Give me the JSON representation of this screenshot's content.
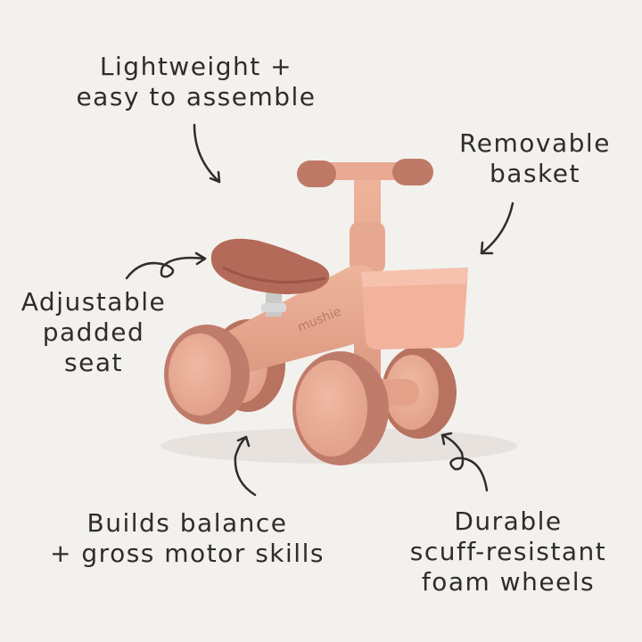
{
  "callouts": {
    "lightweight": {
      "line1": "Lightweight +",
      "line2": "easy to assemble"
    },
    "basket": {
      "line1": "Removable",
      "line2": "basket"
    },
    "seat": {
      "line1": "Adjustable",
      "line2": "padded",
      "line3": "seat"
    },
    "balance": {
      "line1": "Builds balance",
      "line2": "+ gross motor skills"
    },
    "wheels": {
      "line1": "Durable",
      "line2": "scuff-resistant",
      "line3": "foam wheels"
    }
  },
  "product": {
    "brand_mark": "mushie"
  },
  "colors": {
    "background": "#f3f1ee",
    "frame": "#e7a98f",
    "seat": "#b76c5b",
    "wheel_tire": "#c07c6a",
    "wheel_hub": "#e9ad96",
    "basket": "#f2b29c",
    "text": "#2f2d2c"
  }
}
